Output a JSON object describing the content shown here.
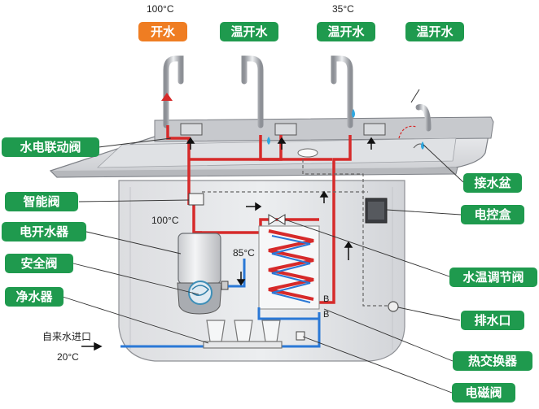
{
  "top_labels": [
    {
      "temp": "100°C",
      "label": "开水"
    },
    {
      "temp": "",
      "label": "温开水"
    },
    {
      "temp": "35°C",
      "label": "温开水"
    },
    {
      "temp": "",
      "label": "温开水"
    }
  ],
  "left_labels": [
    "水电联动阀",
    "智能阀",
    "电开水器",
    "安全阀",
    "净水器"
  ],
  "right_labels": [
    "接水盆",
    "电控盒",
    "水温调节阀",
    "排水口",
    "热交换器",
    "电磁阀"
  ],
  "inline_text": {
    "boiler_temp": "100°C",
    "mid_temp": "85°C",
    "inlet_label": "自来水进口",
    "inlet_temp": "20°C",
    "valve_b1": "B",
    "valve_b2": "B"
  },
  "colors": {
    "green_tag": "#1f9a4e",
    "orange_tag": "#ef7d22",
    "hot_pipe": "#d62a2a",
    "cold_pipe": "#2a78d6"
  }
}
